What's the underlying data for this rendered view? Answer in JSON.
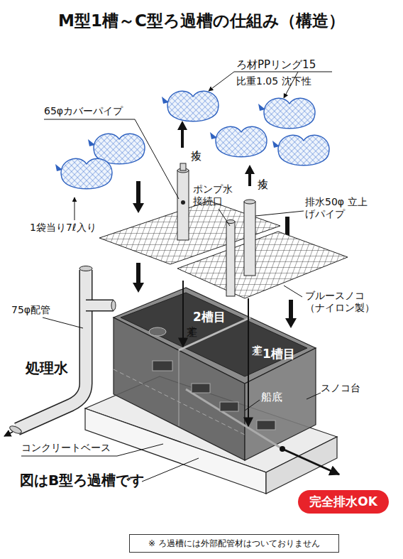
{
  "diagram": {
    "title": "M型1槽～C型ろ過槽の仕組み（構造）",
    "nodes": [
      {
        "text": [
          "完全排水OK"
        ]
      },
      {
        "text": [
          "※ ろ過槽には外部配管材はついておりません"
        ]
      }
    ],
    "labels": [
      "ろ材PPリング15",
      "比重1.05 沈下性",
      "65φカバーパイプ",
      "抜く",
      "抜く",
      "ポンプ水 接続口",
      "排水50φ 立上げパイプ",
      "1袋当り7ℓ入り",
      "ブルースノコ （ナイロン製）",
      "75φ配管",
      "処理水",
      "差す",
      "2槽目",
      "差す",
      "1槽目",
      "船底",
      "スノコ台",
      "コンクリートベース",
      "図はB型ろ過槽です"
    ]
  }
}
